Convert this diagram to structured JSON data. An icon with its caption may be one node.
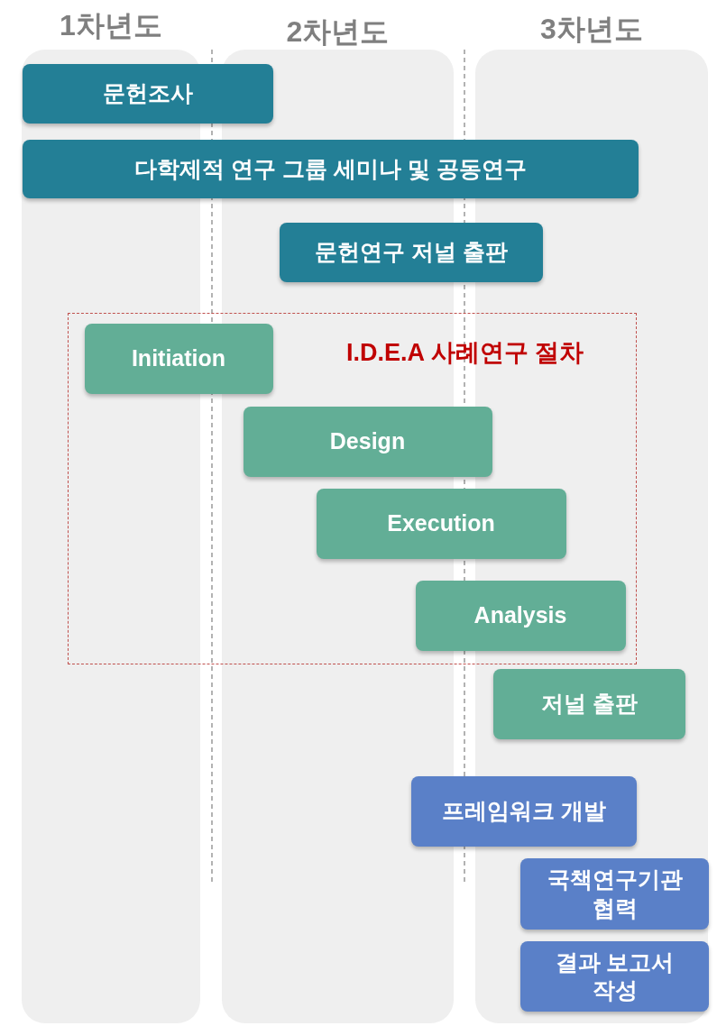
{
  "diagram": {
    "nodes": [
      {
        "text": [
          "문헌조사"
        ]
      },
      {
        "text": [
          "다학제적 연구 그룹 세미나 및 공동연구"
        ]
      },
      {
        "text": [
          "문헌연구 저널 출판"
        ]
      },
      {
        "text": [
          "I.D.E.A 사례연구 절차"
        ]
      },
      {
        "text": [
          "Initiation"
        ],
        "in": 3
      },
      {
        "text": [
          "Design"
        ],
        "in": 3
      },
      {
        "text": [
          "Execution"
        ],
        "in": 3
      },
      {
        "text": [
          "Analysis"
        ],
        "in": 3
      },
      {
        "text": [
          "저널 출판"
        ]
      },
      {
        "text": [
          "프레임워크 개발"
        ]
      },
      {
        "text": [
          "국책연구기관 협력"
        ]
      },
      {
        "text": [
          "결과 보고서 작성"
        ]
      }
    ],
    "edges": [],
    "labels": [
      "1차년도",
      "2차년도",
      "3차년도"
    ]
  }
}
